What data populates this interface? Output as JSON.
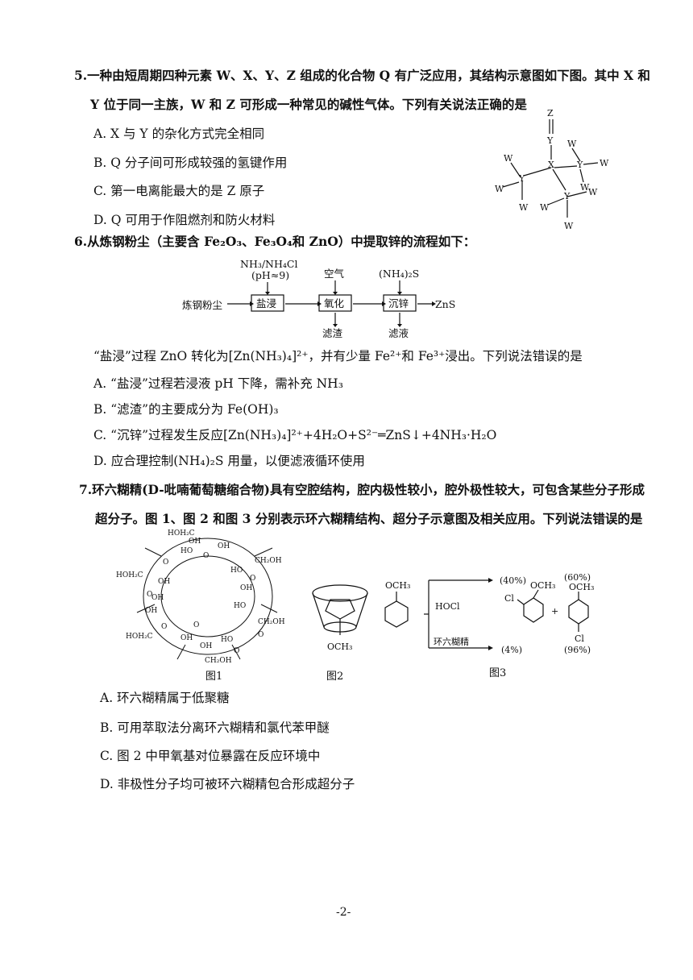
{
  "q5": {
    "line1": "5.一种由短周期四种元素 W、X、Y、Z 组成的化合物 Q 有广泛应用，其结构示意图如下图。其中 X 和",
    "line2": "Y 位于同一主族，W 和 Z 可形成一种常见的碱性气体。下列有关说法正确的是",
    "options": [
      "A. X 与 Y 的杂化方式完全相同",
      "B. Q 分子间可形成较强的氢键作用",
      "C. 第一电离能最大的是 Z 原子",
      "D. Q 可用于作阻燃剂和防火材料"
    ],
    "structure": {
      "z": "Z",
      "y": "Y",
      "x": "X",
      "w": "W"
    }
  },
  "q6": {
    "line1": "6.从炼钢粉尘（主要含 Fe₂O₃、Fe₃O₄和 ZnO）中提取锌的流程如下：",
    "flow": {
      "start": "炼钢粉尘",
      "reagent1": "NH₃/NH₄Cl",
      "reagent1b": "(pH≈9)",
      "step1": "盐浸",
      "reagent2": "空气",
      "step2": "氧化",
      "out2": "滤渣",
      "reagent3": "(NH₄)₂S",
      "step3": "沉锌",
      "out3": "滤液",
      "product": "ZnS"
    },
    "line2": "“盐浸”过程 ZnO 转化为[Zn(NH₃)₄]²⁺，并有少量 Fe²⁺和 Fe³⁺浸出。下列说法错误的是",
    "options": [
      "A. “盐浸”过程若浸液 pH 下降，需补充 NH₃",
      "B. “滤渣”的主要成分为 Fe(OH)₃",
      "C. “沉锌”过程发生反应[Zn(NH₃)₄]²⁺+4H₂O+S²⁻═ZnS↓+4NH₃·H₂O",
      "D. 应合理控制(NH₄)₂S 用量，以便滤液循环使用"
    ]
  },
  "q7": {
    "line1": "7.环六糊精(D-吡喃葡萄糖缩合物)具有空腔结构，腔内极性较小，腔外极性较大，可包含某些分子形成",
    "line2": "超分子。图 1、图 2 和图 3 分别表示环六糊精结构、超分子示意图及相关应用。下列说法错误的是",
    "fig1": {
      "caption": "图1",
      "labels": [
        "HOH₂C",
        "OH",
        "HO",
        "OH",
        "CH₂OH",
        "HOH₂C",
        "OH",
        "OH",
        "OH",
        "HO",
        "OH",
        "HO",
        "CH₂OH",
        "HOH₂C",
        "OH",
        "OH",
        "HO",
        "CH₂OH"
      ],
      "o": "O"
    },
    "fig2": {
      "caption": "图2",
      "label": "OCH₃"
    },
    "fig3": {
      "caption": "图3",
      "reactant": "OCH₃",
      "reagent": "HOCl",
      "catalyst": "环六糊精",
      "ortho_top": "(40%)",
      "ortho_bottom": "(4%)",
      "ortho_och3": "OCH₃",
      "ortho_cl": "Cl",
      "plus": "+",
      "para_top": "(60%)",
      "para_och3": "OCH₃",
      "para_cl": "Cl",
      "para_bottom": "(96%)"
    },
    "options": [
      "A. 环六糊精属于低聚糖",
      "B. 可用萃取法分离环六糊精和氯代苯甲醚",
      "C. 图 2 中甲氧基对位暴露在反应环境中",
      "D. 非极性分子均可被环六糊精包合形成超分子"
    ]
  },
  "page_number": "-2-"
}
